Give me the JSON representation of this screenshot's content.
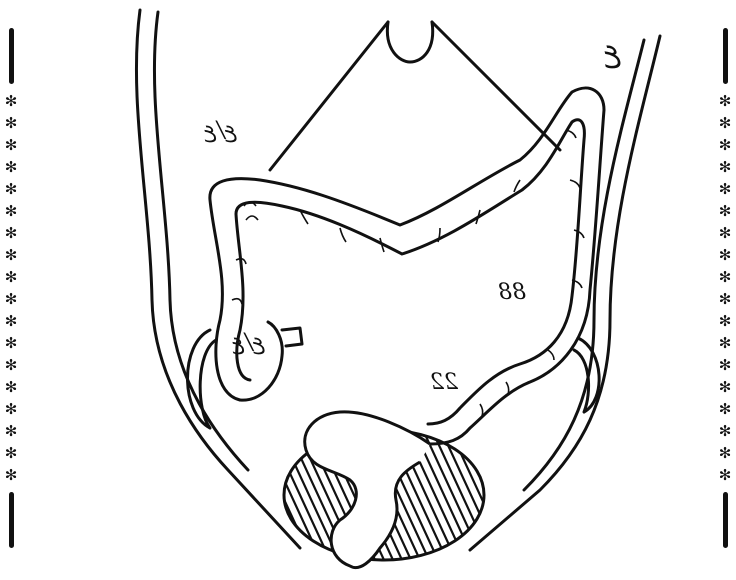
{
  "border": {
    "glyph": "✻",
    "count": 18
  },
  "labels": {
    "top_right": "ع",
    "hepatic_flexure": "ع/ع",
    "descending": "88",
    "cecum": "ع/ع",
    "sigmoid": "22"
  },
  "colors": {
    "ink": "#111111",
    "paper": "#ffffff"
  }
}
